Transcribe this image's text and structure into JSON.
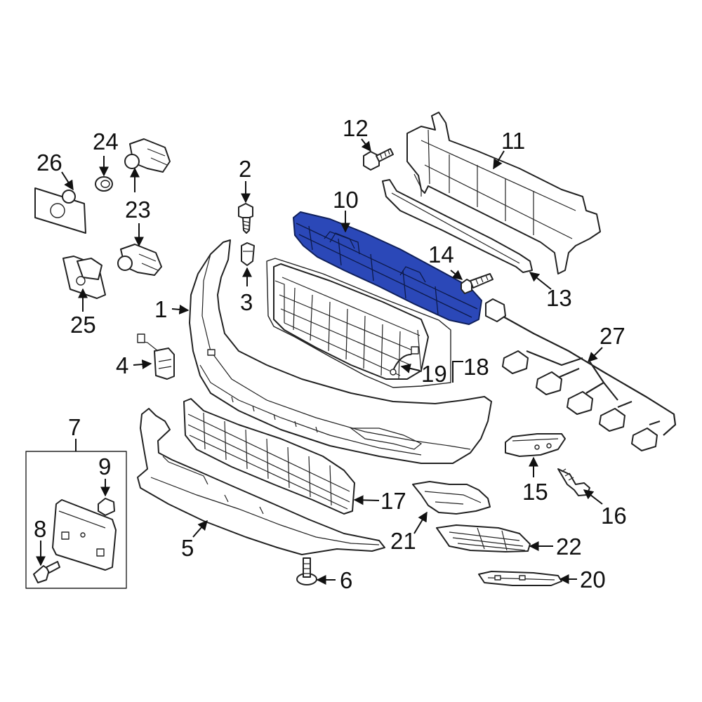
{
  "highlight_color": "#2b48b8",
  "callouts": {
    "c1": "1",
    "c2": "2",
    "c3": "3",
    "c4": "4",
    "c5": "5",
    "c6": "6",
    "c7": "7",
    "c8": "8",
    "c9": "9",
    "c10": "10",
    "c11": "11",
    "c12": "12",
    "c13": "13",
    "c14": "14",
    "c15": "15",
    "c16": "16",
    "c17": "17",
    "c18": "18",
    "c19": "19",
    "c20": "20",
    "c21": "21",
    "c22": "22",
    "c23": "23",
    "c24": "24",
    "c25": "25",
    "c26": "26",
    "c27": "27"
  }
}
